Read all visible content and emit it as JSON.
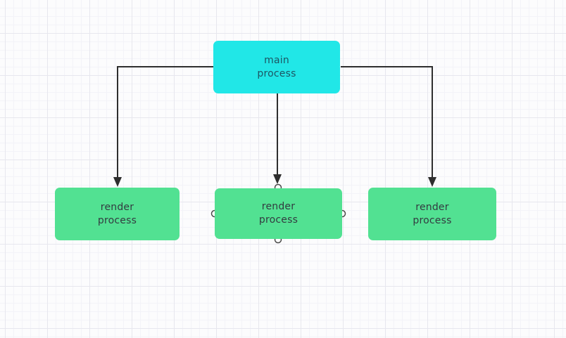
{
  "canvas": {
    "background_color": "#fcfcfd",
    "grid_minor_color": "#f3f3f8",
    "grid_major_color": "#e7e7ee"
  },
  "diagram": {
    "nodes": [
      {
        "id": "main",
        "label": "main process",
        "type": "main",
        "fill": "#21e7e7",
        "text_color": "#1d5563",
        "selected": false
      },
      {
        "id": "render-left",
        "label": "render process",
        "type": "render",
        "fill": "#52e192",
        "text_color": "#333b40",
        "selected": false
      },
      {
        "id": "render-middle",
        "label": "render process",
        "type": "render",
        "fill": "#52e192",
        "text_color": "#333b40",
        "selected": true
      },
      {
        "id": "render-right",
        "label": "render process",
        "type": "render",
        "fill": "#52e192",
        "text_color": "#333b40",
        "selected": false
      }
    ],
    "edges": [
      {
        "from": "main",
        "to": "render-left",
        "style": "orthogonal-arrow"
      },
      {
        "from": "main",
        "to": "render-middle",
        "style": "straight-arrow"
      },
      {
        "from": "main",
        "to": "render-right",
        "style": "orthogonal-arrow"
      }
    ],
    "edge_color": "#2e2e2e",
    "handle_fill": "#ffffff",
    "handle_stroke": "#4a4a4a"
  }
}
